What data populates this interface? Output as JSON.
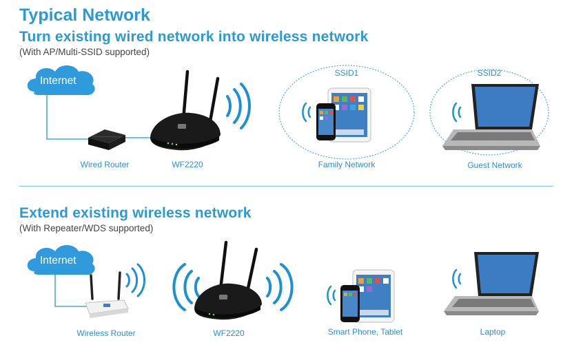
{
  "title": "Typical Network",
  "section1": {
    "heading": "Turn existing wired network into wireless network",
    "subheading": "(With AP/Multi-SSID supported)",
    "cloud_label": "Internet",
    "labels": {
      "wired_router": "Wired Router",
      "device": "WF2220",
      "family": "Family Network",
      "guest": "Guest Network"
    },
    "ssid1": "SSID1",
    "ssid2": "SSID2"
  },
  "section2": {
    "heading": "Extend existing wireless network",
    "subheading": "(With Repeater/WDS supported)",
    "cloud_label": "Internet",
    "labels": {
      "wireless_router": "Wireless Router",
      "device": "WF2220",
      "phone_tablet": "Smart Phone, Tablet",
      "laptop": "Laptop"
    }
  },
  "colors": {
    "accent": "#2a9ad6",
    "wave": "#1d8fd3",
    "cloud": "#2f9bdc",
    "line": "#4aa6de"
  }
}
